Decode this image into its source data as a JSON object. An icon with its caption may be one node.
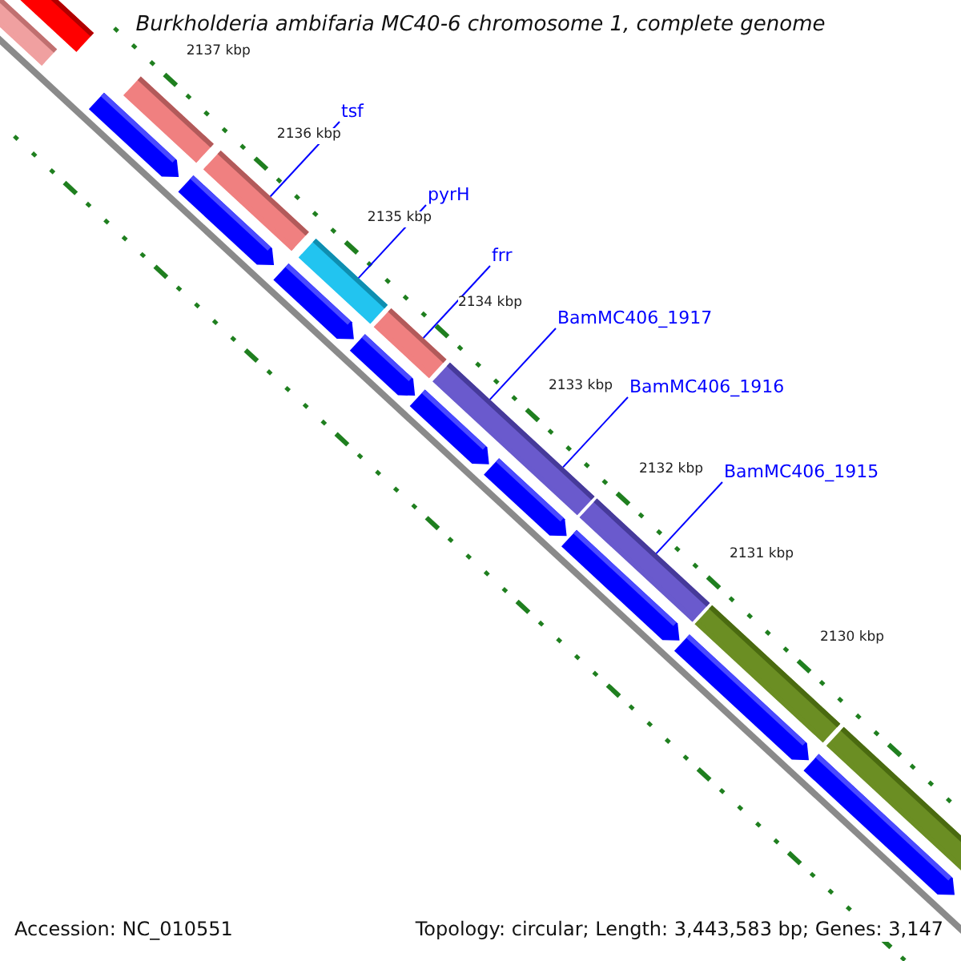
{
  "diagram": {
    "title": "Burkholderia ambifaria MC40-6 chromosome 1, complete genome",
    "nodes": [
      {
        "text": [
          "tsf"
        ]
      },
      {
        "text": [
          "pyrH"
        ]
      },
      {
        "text": [
          "frr"
        ]
      },
      {
        "text": [
          "BamMC406_1917"
        ]
      },
      {
        "text": [
          "BamMC406_1916"
        ]
      },
      {
        "text": [
          "BamMC406_1915"
        ]
      },
      {
        "text": [],
        "shape": "bar"
      },
      {
        "text": [],
        "shape": "bar"
      },
      {
        "text": [],
        "shape": "bar"
      },
      {
        "text": [],
        "shape": "bar"
      },
      {
        "text": [],
        "shape": "bar"
      },
      {
        "text": [],
        "shape": "bar"
      },
      {
        "text": [],
        "shape": "bar"
      },
      {
        "text": [],
        "shape": "bar"
      },
      {
        "text": [],
        "shape": "bar"
      },
      {
        "text": [],
        "shape": "bar"
      }
    ],
    "edges": [
      {
        "from": 0,
        "to": 9,
        "arrow": "none"
      },
      {
        "from": 1,
        "to": 10,
        "arrow": "none"
      },
      {
        "from": 2,
        "to": 11,
        "arrow": "none"
      },
      {
        "from": 3,
        "to": 12,
        "arrow": "none"
      },
      {
        "from": 4,
        "to": 12,
        "arrow": "none"
      },
      {
        "from": 5,
        "to": 13,
        "arrow": "none"
      }
    ],
    "labels": [
      "2137 kbp",
      "2136 kbp",
      "2135 kbp",
      "2134 kbp",
      "2133 kbp",
      "2132 kbp",
      "2131 kbp",
      "2130 kbp",
      "Accession: NC_010551",
      "Topology: circular; Length: 3,443,583 bp; Genes: 3,147"
    ]
  }
}
